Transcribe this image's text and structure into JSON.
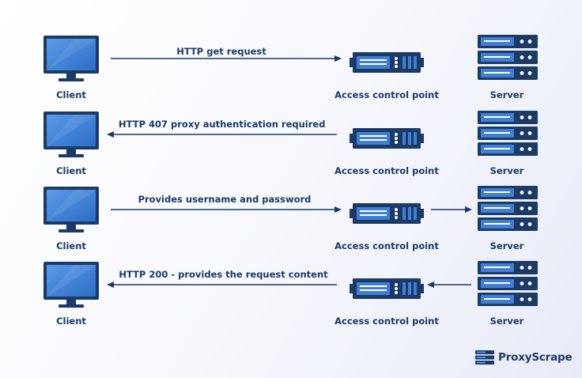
{
  "colors": {
    "primary": "#1b3a66",
    "accent": "#2f6fc3",
    "background": "#f3f5fb"
  },
  "rows": [
    {
      "client_label": "Client",
      "message": "HTTP get request",
      "acp_label": "Access control point",
      "server_label": "Server"
    },
    {
      "client_label": "Client",
      "message": "HTTP 407 proxy authentication required",
      "acp_label": "Access control point",
      "server_label": "Server"
    },
    {
      "client_label": "Client",
      "message": "Provides username and password",
      "acp_label": "Access control point",
      "server_label": "Server"
    },
    {
      "client_label": "Client",
      "message": "HTTP 200 - provides the request content",
      "acp_label": "Access control point",
      "server_label": "Server"
    }
  ],
  "brand": {
    "name": "ProxyScrape",
    "icon": "server-stack-logo-icon"
  },
  "icons": {
    "client": "monitor-icon",
    "access_point": "rack-server-icon",
    "server": "server-stack-icon"
  }
}
